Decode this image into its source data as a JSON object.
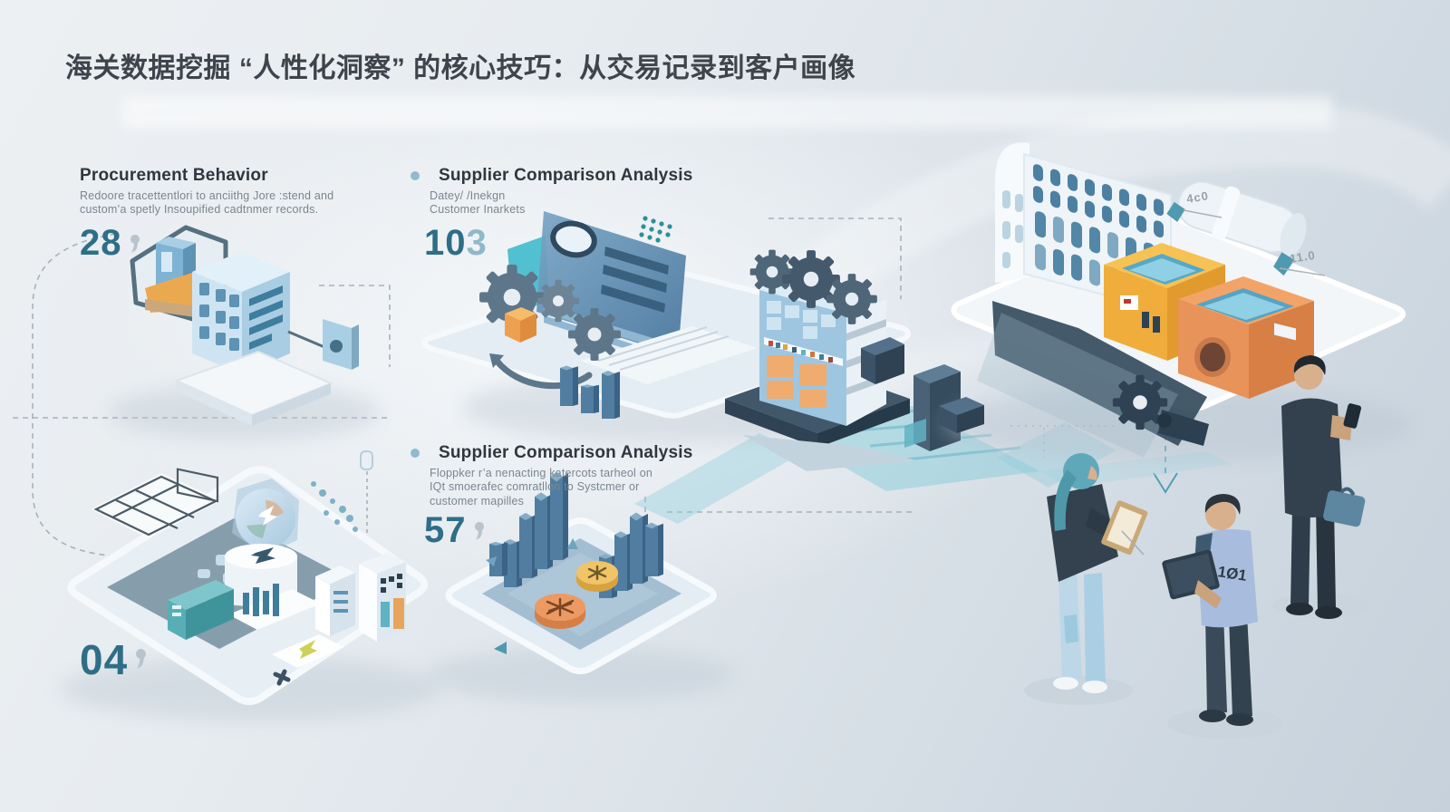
{
  "page": {
    "title": "海关数据挖掘 “人性化洞察” 的核心技巧：从交易记录到客户画像"
  },
  "sections": {
    "procurement": {
      "label": "Procurement Behavior",
      "desc": [
        "Redoore tracettentlori to anciithg Jore :stend and",
        "custom’a spetly Insoupified cadtnmer records."
      ],
      "metric": "28"
    },
    "supplier_top": {
      "label": "Supplier Comparison Analysis",
      "desc": [
        "Datey/ /Inekgn",
        "Customer Inarkets"
      ],
      "metric_strong": "10",
      "metric_soft": "3"
    },
    "supplier_bottom": {
      "label": "Supplier Comparison Analysis",
      "desc": [
        "Floppker r’a nenacting katercots tarheol on",
        "IQt smoerafec comratllon to Systcmer or",
        "customer mapilles"
      ],
      "metric": "57"
    },
    "step_four": {
      "metric": "04"
    }
  },
  "annotations": {
    "pipe_top": "4c0",
    "pipe_side": "11.0",
    "shirt": "1Ø1"
  },
  "colors": {
    "number_teal": "#2e6e87",
    "heading_dark": "#2f373e",
    "body_gray": "#79858f",
    "conveyor_teal": "#8ecddb",
    "machine_orange": "#ec9a62",
    "machine_yellow": "#f2bc4e",
    "dark_slate": "#3c5164"
  }
}
